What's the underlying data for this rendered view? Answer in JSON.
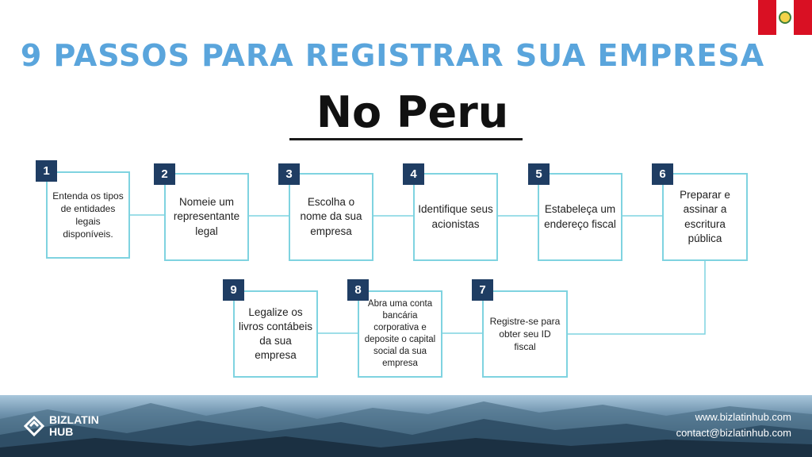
{
  "header": {
    "title": "9 PASSOS PARA REGISTRAR SUA EMPRESA",
    "subtitle": "No Peru"
  },
  "steps": [
    {
      "number": "1",
      "text": "Entenda os tipos de entidades legais disponíveis."
    },
    {
      "number": "2",
      "text": "Nomeie um representante legal"
    },
    {
      "number": "3",
      "text": "Escolha o nome da sua empresa"
    },
    {
      "number": "4",
      "text": "Identifique seus acionistas"
    },
    {
      "number": "5",
      "text": "Estabeleça um endereço fiscal"
    },
    {
      "number": "6",
      "text": "Preparar e assinar a escritura pública"
    },
    {
      "number": "7",
      "text": "Registre-se para obter seu ID fiscal"
    },
    {
      "number": "8",
      "text": "Abra uma conta bancária corporativa e deposite o capital social da sua empresa"
    },
    {
      "number": "9",
      "text": "Legalize os livros contábeis da sua empresa"
    }
  ],
  "footer": {
    "logo_line1": "BIZLATIN",
    "logo_line2": "HUB",
    "website": "www.bizlatinhub.com",
    "email": "contact@bizlatinhub.com"
  },
  "colors": {
    "title": "#5aa5dc",
    "box_border": "#7fd3e0",
    "number_badge": "#1f3d63",
    "flag_red": "#d91023"
  }
}
